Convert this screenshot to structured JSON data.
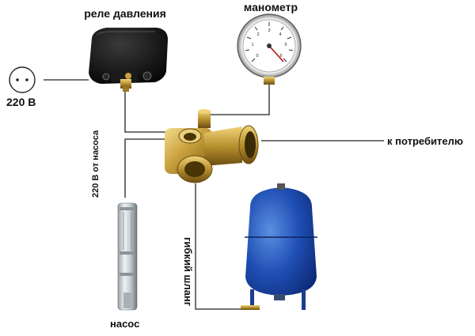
{
  "labels": {
    "relay": "реле давления",
    "gauge": "манометр",
    "socket_voltage": "220 В",
    "pump_voltage": "220 В от насоса",
    "consumer": "к потребителю",
    "hose": "гибкий шланг",
    "pump": "насос"
  },
  "gauge_face": {
    "scale": [
      "0",
      "1",
      "2",
      "3",
      "4",
      "5",
      "6"
    ]
  }
}
